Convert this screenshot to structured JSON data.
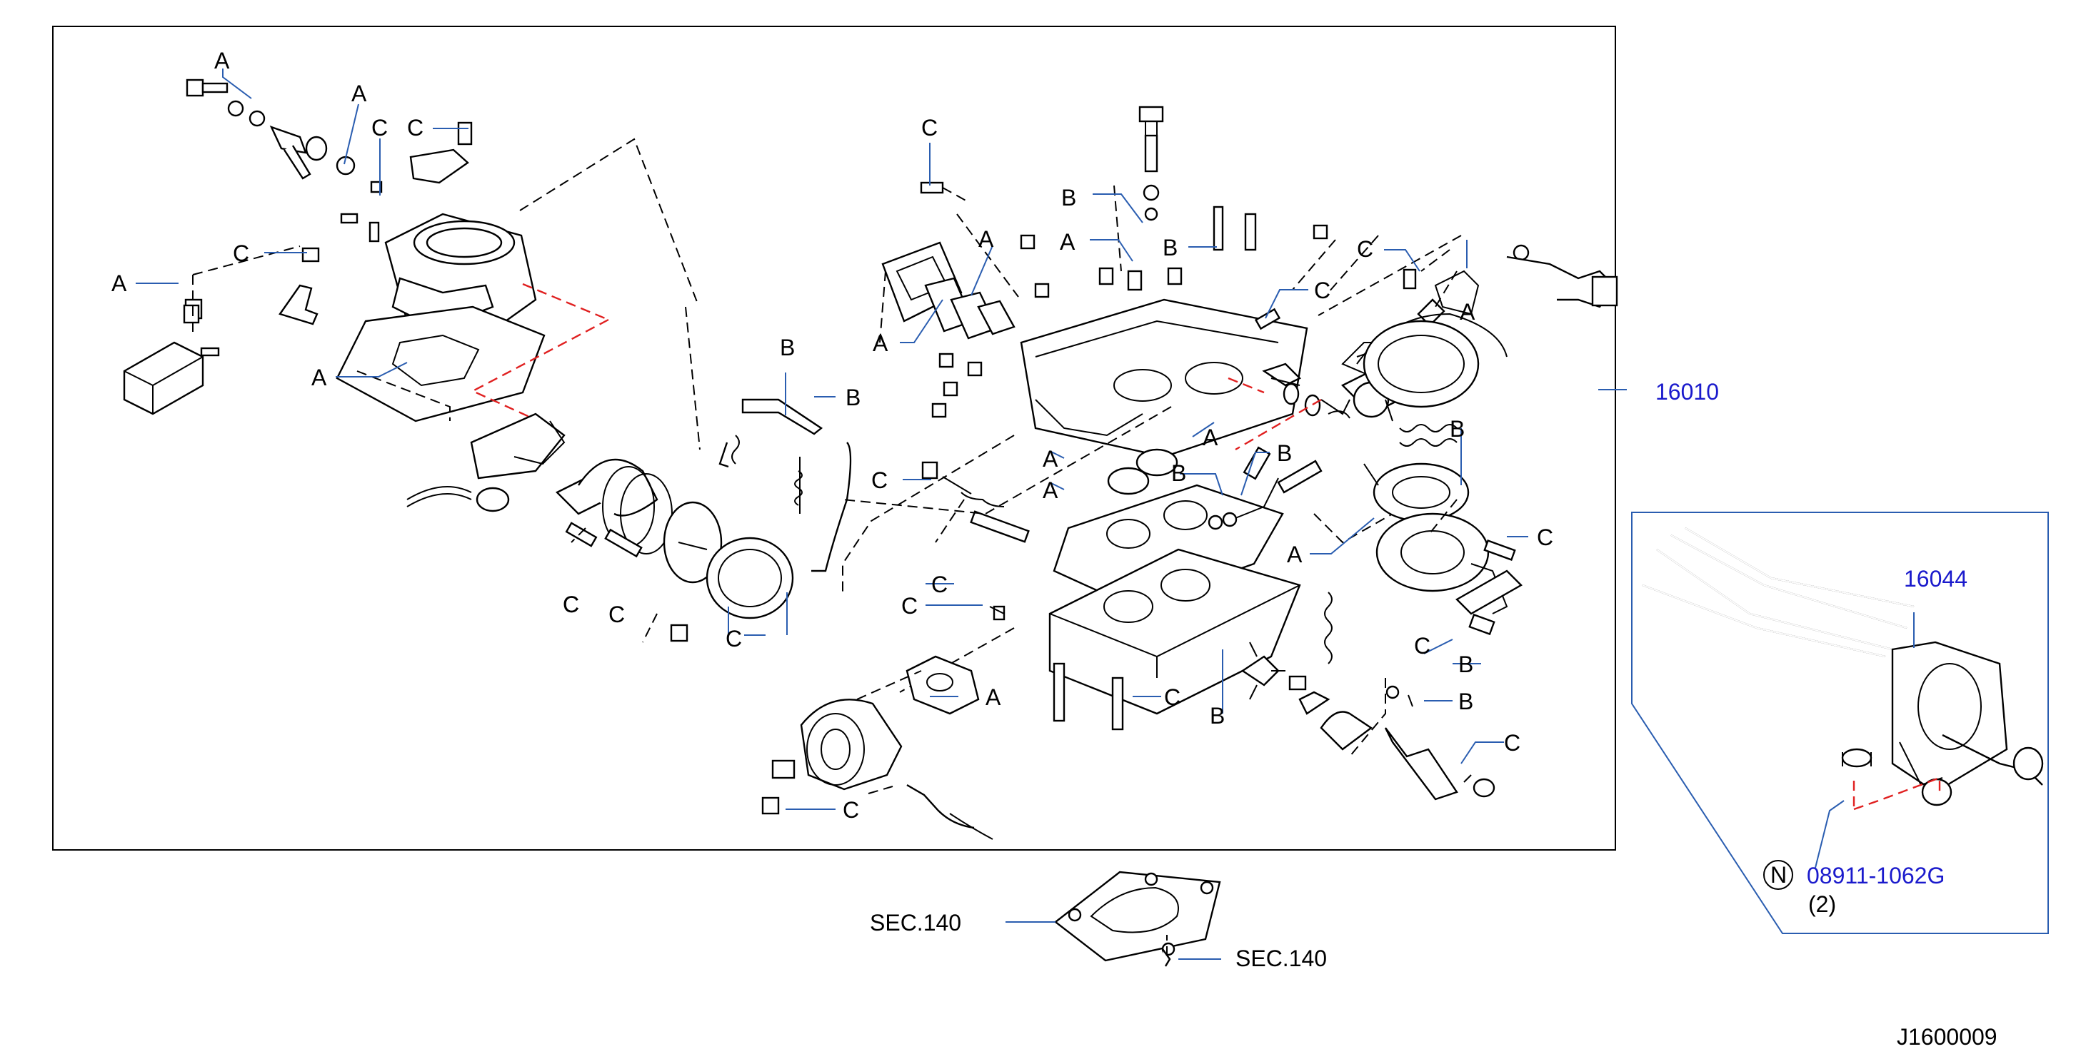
{
  "labels": {
    "a": "A",
    "b": "B",
    "c": "C",
    "n": "N"
  },
  "part_numbers": {
    "carburetor_assembly": "16010",
    "injector_subassembly": "16044",
    "nut": "08911-1062G",
    "nut_qty": "(2)"
  },
  "references": {
    "sec140_gasket": "SEC.140",
    "sec140_bolt": "SEC.140"
  },
  "diagram_id": "J1600009",
  "colors": {
    "part_number": "#1a1acc",
    "leader": "#2a5db0",
    "red_dash": "#e02020",
    "line": "#000000"
  }
}
